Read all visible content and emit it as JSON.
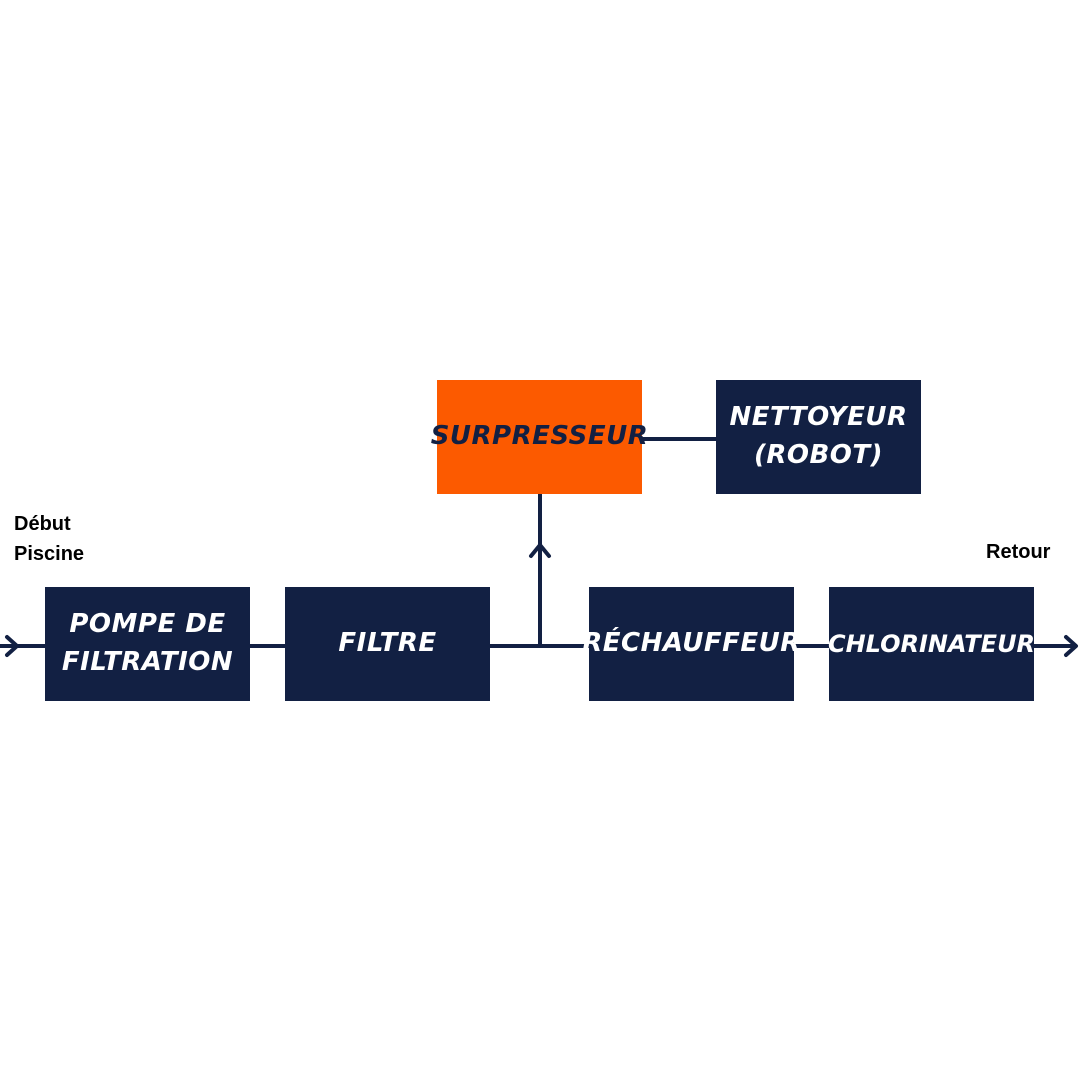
{
  "labels": {
    "start": "Début\nPiscine",
    "end": "Retour"
  },
  "nodes": {
    "pump": "POMPE DE\nFILTRATION",
    "filter": "FILTRE",
    "booster": "SURPRESSEUR",
    "cleaner": "NETTOYEUR\n(ROBOT)",
    "heater": "RÉCHAUFFEUR",
    "chlorinator": "CHLORINATEUR"
  },
  "colors": {
    "box": "#122043",
    "accent": "#fc5a00",
    "line": "#122043",
    "label": "#000000",
    "background": "#ffffff"
  }
}
